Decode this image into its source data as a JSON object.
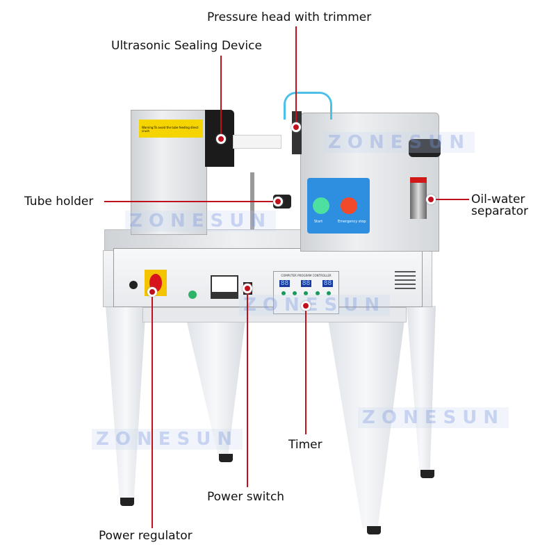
{
  "labels": {
    "pressure_head": "Pressure head with trimmer",
    "ultrasonic": "Ultrasonic Sealing Device",
    "tube_holder": "Tube holder",
    "oil_water_1": "Oil-water",
    "oil_water_2": "separator",
    "timer": "Timer",
    "power_switch": "Power switch",
    "power_regulator": "Power regulator"
  },
  "machine": {
    "controller_title": "COMPUTER PROGRAM CONTROLLER",
    "digits": [
      "88",
      "88",
      "88"
    ],
    "start": "Start",
    "emergency": "Emergency stop",
    "warning": "Warning:To avoid the tube feeding direct crush"
  },
  "watermark": "ZONESUN",
  "colors": {
    "leader": "#c0101e",
    "panel_blue": "#2e8fe0",
    "warning_yellow": "#f5d400"
  }
}
